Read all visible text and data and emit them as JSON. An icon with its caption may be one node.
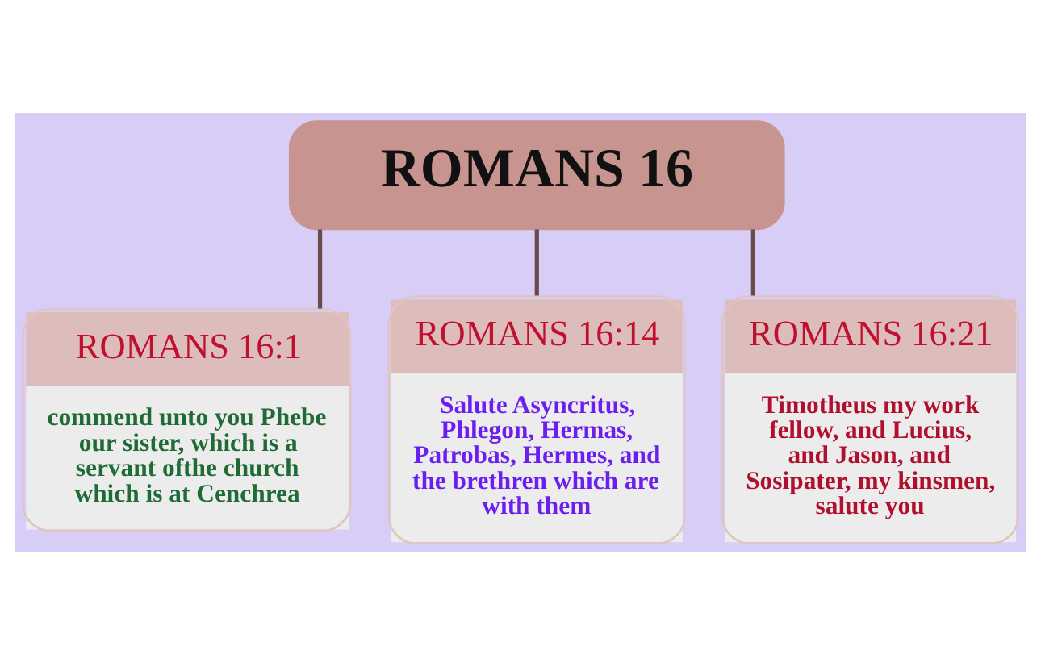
{
  "diagram": {
    "nodes": [
      {
        "text": [
          "ROMANS 16"
        ]
      },
      {
        "text": [
          "ROMANS 16:1",
          "commend unto you Phebe our sister, which is a servant ofthe church which is at Cenchrea"
        ]
      },
      {
        "text": [
          "ROMANS 16:14",
          "Salute Asyncritus, Phlegon, Hermas, Patrobas, Hermes, and the brethren which are with them"
        ]
      },
      {
        "text": [
          "ROMANS 16:21",
          "Timotheus my work fellow, and Lucius, and Jason, and Sosipater, my kinsmen, salute you"
        ]
      }
    ],
    "edges": [
      {
        "from": 0,
        "to": 1,
        "arrow": "none"
      },
      {
        "from": 0,
        "to": 2,
        "arrow": "none"
      },
      {
        "from": 0,
        "to": 3,
        "arrow": "none"
      }
    ]
  }
}
